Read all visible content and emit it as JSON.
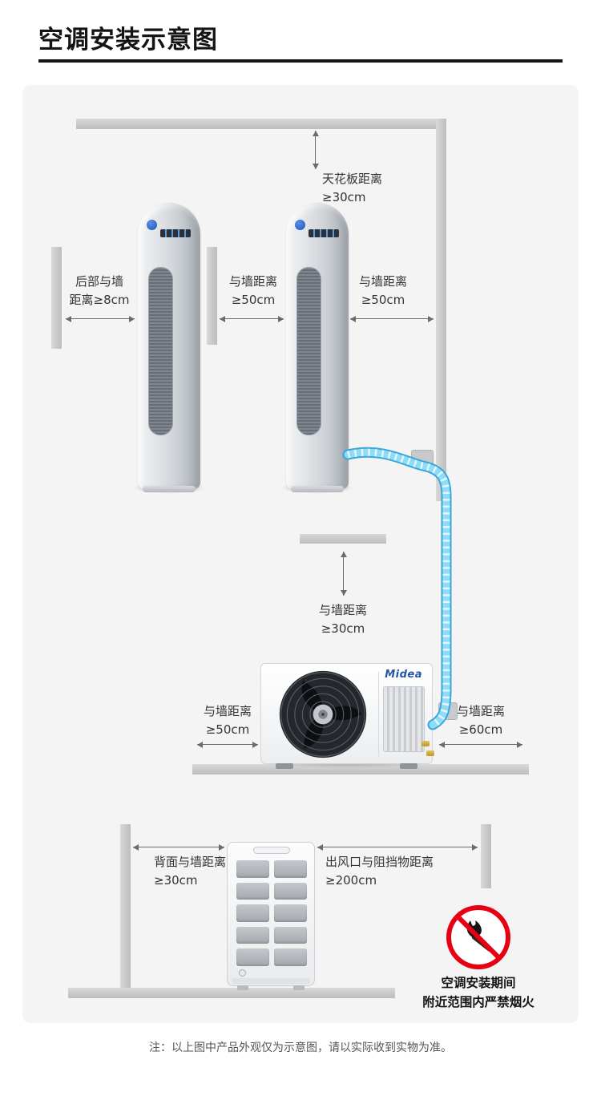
{
  "header": {
    "title": "空调安装示意图"
  },
  "diagram": {
    "annotations": {
      "ceiling": {
        "line1": "天花板距离",
        "line2": "≥30cm"
      },
      "rear_wall": {
        "line1": "后部与墙",
        "line2": "距离≥8cm"
      },
      "wall_50_left": {
        "line1": "与墙距离",
        "line2": "≥50cm"
      },
      "wall_50_right": {
        "line1": "与墙距离",
        "line2": "≥50cm"
      },
      "wall_30_mid": {
        "line1": "与墙距离",
        "line2": "≥30cm"
      },
      "outdoor_wall_50": {
        "line1": "与墙距离",
        "line2": "≥50cm"
      },
      "outdoor_wall_60": {
        "line1": "与墙距离",
        "line2": "≥60cm"
      },
      "back_wall_30": {
        "line1": "背面与墙距离",
        "line2": "≥30cm"
      },
      "outlet_200": {
        "line1": "出风口与阻挡物距离",
        "line2": "≥200cm"
      }
    },
    "fire_warning": {
      "line1": "空调安装期间",
      "line2": "附近范围内严禁烟火"
    },
    "brand": "Midea"
  },
  "footer": {
    "note": "注：以上图中产品外观仅为示意图，请以实际收到实物为准。"
  },
  "colors": {
    "pipe": "#5fc6f0",
    "warning_red": "#e60012",
    "panel_bg": "#f4f4f4",
    "wall": "#c9c9c9",
    "brand_blue": "#2456a8"
  }
}
